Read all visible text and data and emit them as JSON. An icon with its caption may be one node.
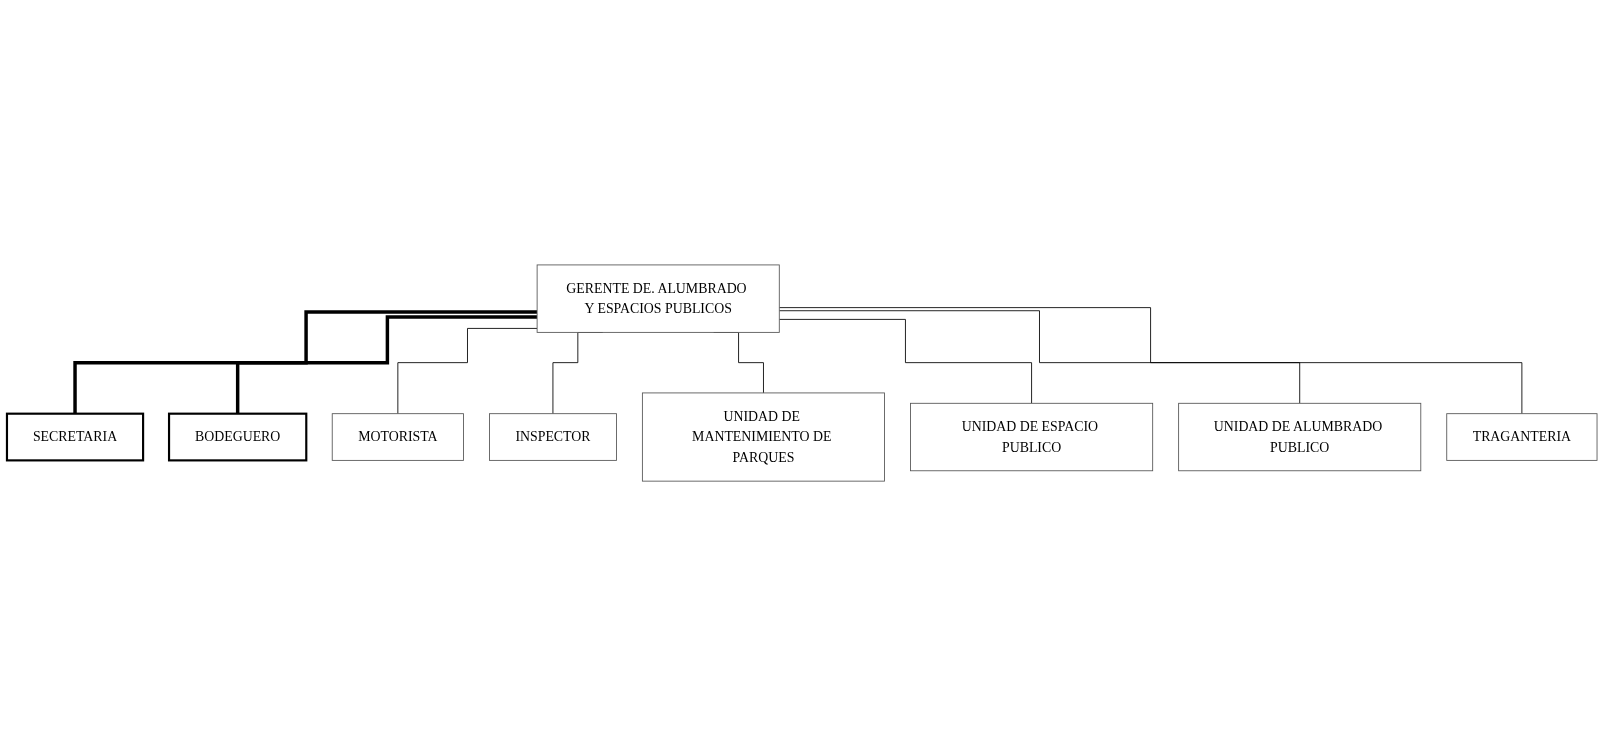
{
  "diagram": {
    "nodes": [
      {
        "text": [
          "GERENTE DE. ALUMBRADO Y ESPACIOS PUBLICOS"
        ]
      },
      {
        "text": [
          "SECRETARIA"
        ]
      },
      {
        "text": [
          "BODEGUERO"
        ]
      },
      {
        "text": [
          "MOTORISTA"
        ]
      },
      {
        "text": [
          "INSPECTOR"
        ]
      },
      {
        "text": [
          "UNIDAD DE MANTENIMIENTO DE PARQUES"
        ]
      },
      {
        "text": [
          "UNIDAD DE ESPACIO PUBLICO"
        ]
      },
      {
        "text": [
          "UNIDAD DE ALUMBRADO PUBLICO"
        ]
      },
      {
        "text": [
          "TRAGANTERIA"
        ]
      }
    ],
    "edges": [
      {
        "from": 0,
        "to": 1,
        "arrow": "none",
        "style": "thick"
      },
      {
        "from": 0,
        "to": 2,
        "arrow": "none",
        "style": "thick"
      },
      {
        "from": 0,
        "to": 3,
        "arrow": "none"
      },
      {
        "from": 0,
        "to": 4,
        "arrow": "none"
      },
      {
        "from": 0,
        "to": 5,
        "arrow": "none"
      },
      {
        "from": 0,
        "to": 6,
        "arrow": "none"
      },
      {
        "from": 0,
        "to": 7,
        "arrow": "none"
      },
      {
        "from": 0,
        "to": 8,
        "arrow": "none"
      }
    ]
  }
}
